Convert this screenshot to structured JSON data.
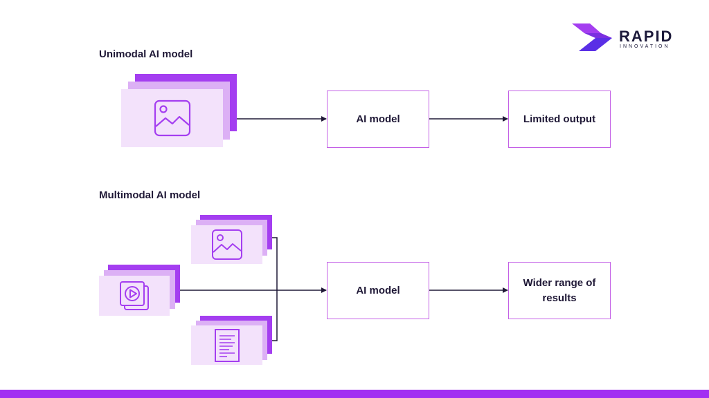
{
  "logo": {
    "word": "RAPID",
    "sub": "INNOVATION"
  },
  "unimodal": {
    "title": "Unimodal AI model",
    "model_label": "AI model",
    "output_label": "Limited output"
  },
  "multimodal": {
    "title": "Multimodal AI model",
    "model_label": "AI model",
    "output_line1": "Wider range of",
    "output_line2": "results"
  },
  "colors": {
    "accent": "#a43ef0",
    "stack_mid": "#dcb0f5",
    "stack_front": "#f3e2fb",
    "box_border": "#c35fe6",
    "bottom_bar": "#a22ef2"
  },
  "icons": [
    "image-icon",
    "video-icon",
    "document-icon"
  ]
}
